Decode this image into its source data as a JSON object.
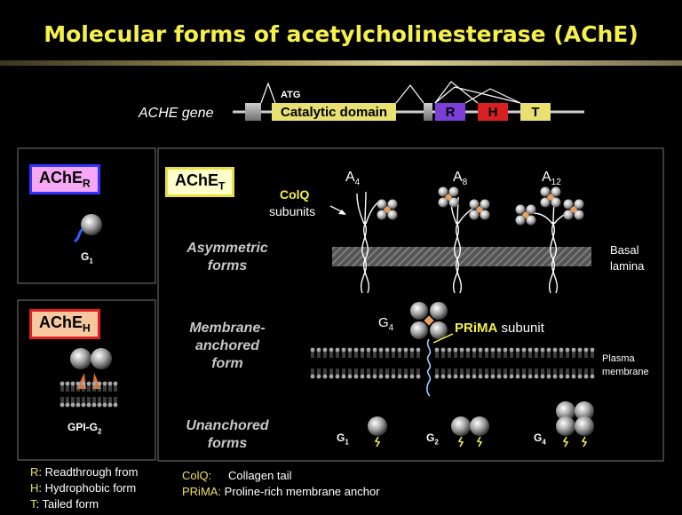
{
  "title": "Molecular forms of acetylcholinesterase (AChE)",
  "gene": {
    "label": "ACHE gene",
    "atg": "ATG",
    "catalytic": "Catalytic domain",
    "exon_r": "R",
    "exon_h": "H",
    "exon_t": "T"
  },
  "left_top": {
    "label_main": "AChE",
    "label_sub": "R",
    "g": "G",
    "g_sub": "1"
  },
  "left_bottom": {
    "label_main": "AChE",
    "label_sub": "H",
    "g": "GPI-G",
    "g_sub": "2"
  },
  "main": {
    "label_main": "AChE",
    "label_sub": "T",
    "colq_bold": "ColQ",
    "colq_rest": "subunits",
    "a4": "A",
    "a4_sub": "4",
    "a8": "A",
    "a8_sub": "8",
    "a12": "A",
    "a12_sub": "12",
    "row1": [
      "Asymmetric",
      "forms"
    ],
    "row2": [
      "Membrane-",
      "anchored",
      "form"
    ],
    "row3": [
      "Unanchored",
      "forms"
    ],
    "basal": [
      "Basal",
      "lamina"
    ],
    "g4": "G",
    "g4_sub": "4",
    "prima_bold": "PRiMA",
    "prima_rest": " subunit",
    "plasma": [
      "Plasma",
      "membrane"
    ],
    "u_g1": "G",
    "u_g1_sub": "1",
    "u_g2": "G",
    "u_g2_sub": "2",
    "u_g4": "G",
    "u_g4_sub": "4"
  },
  "legend_left": [
    {
      "key": "R",
      "text": ": Readthrough from"
    },
    {
      "key": "H",
      "text": ": Hydrophobic form"
    },
    {
      "key": "T",
      "text": ": Tailed form"
    }
  ],
  "legend_right": [
    {
      "key": "ColQ:",
      "text": "Collagen tail"
    },
    {
      "key": "PRiMA:",
      "text": " Proline-rich membrane anchor"
    }
  ],
  "colors": {
    "title": "#f5f04a",
    "label_r_bg": "#f7a8f5",
    "label_r_border": "#3333ff",
    "label_h_bg": "#f7c8a0",
    "label_h_border": "#e02020",
    "label_t_bg": "#ffffcc",
    "label_t_border": "#e8e040",
    "exon_r": "#7b3fd8",
    "exon_h": "#d82020",
    "exon_t": "#e8e070",
    "catalytic": "#e8e070",
    "legend_key": "#f0e060"
  }
}
